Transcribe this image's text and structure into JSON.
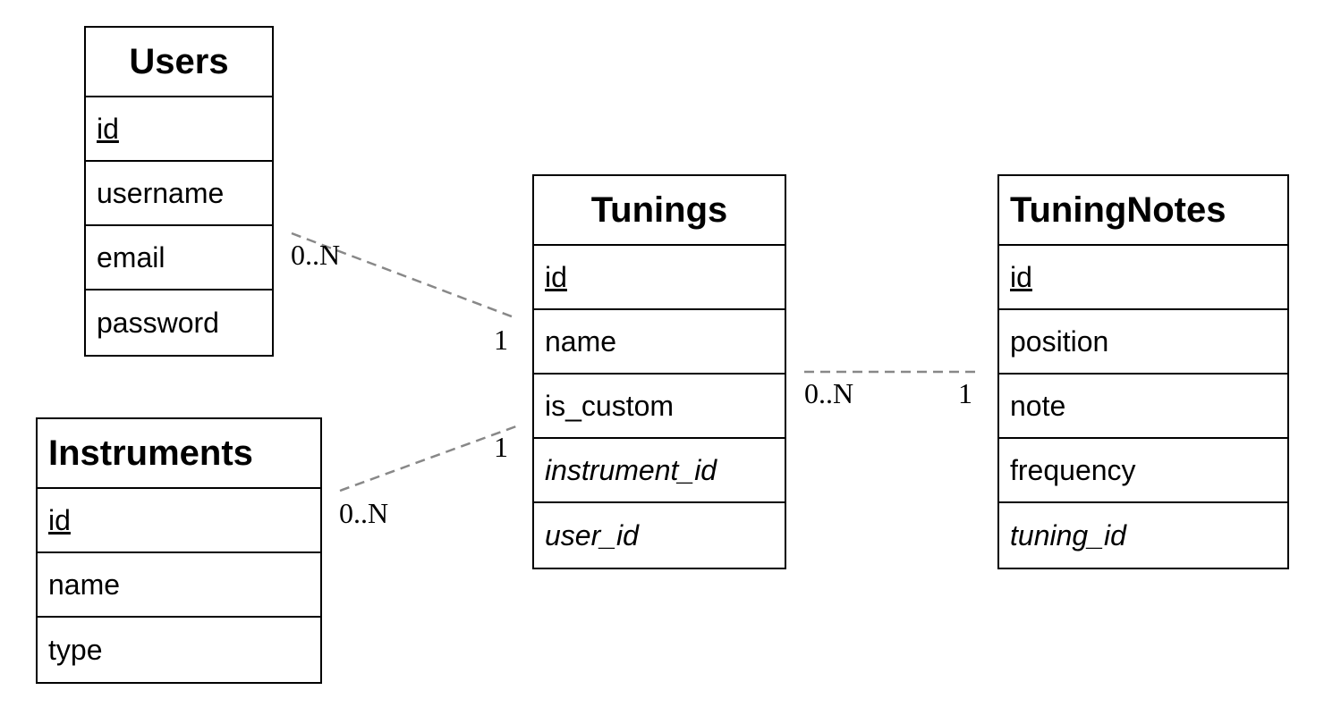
{
  "diagram": {
    "line_color": "#888888",
    "entities": {
      "users": {
        "title": "Users",
        "fields": [
          {
            "label": "id",
            "kind": "pk"
          },
          {
            "label": "username",
            "kind": "plain"
          },
          {
            "label": "email",
            "kind": "plain"
          },
          {
            "label": "password",
            "kind": "plain"
          }
        ]
      },
      "tunings": {
        "title": "Tunings",
        "fields": [
          {
            "label": "id",
            "kind": "pk"
          },
          {
            "label": "name",
            "kind": "plain"
          },
          {
            "label": "is_custom",
            "kind": "plain"
          },
          {
            "label": "instrument_id",
            "kind": "fk"
          },
          {
            "label": "user_id",
            "kind": "fk"
          }
        ]
      },
      "tuningnotes": {
        "title": "TuningNotes",
        "fields": [
          {
            "label": "id",
            "kind": "pk"
          },
          {
            "label": "position",
            "kind": "plain"
          },
          {
            "label": "note",
            "kind": "plain"
          },
          {
            "label": "frequency",
            "kind": "plain"
          },
          {
            "label": "tuning_id",
            "kind": "fk"
          }
        ]
      },
      "instruments": {
        "title": "Instruments",
        "fields": [
          {
            "label": "id",
            "kind": "pk"
          },
          {
            "label": "name",
            "kind": "plain"
          },
          {
            "label": "type",
            "kind": "plain"
          }
        ]
      }
    },
    "relationships": [
      {
        "from": "users",
        "to": "tunings",
        "from_card": "0..N",
        "to_card": "1"
      },
      {
        "from": "instruments",
        "to": "tunings",
        "from_card": "0..N",
        "to_card": "1"
      },
      {
        "from": "tunings",
        "to": "tuningnotes",
        "from_card": "0..N",
        "to_card": "1"
      }
    ]
  }
}
